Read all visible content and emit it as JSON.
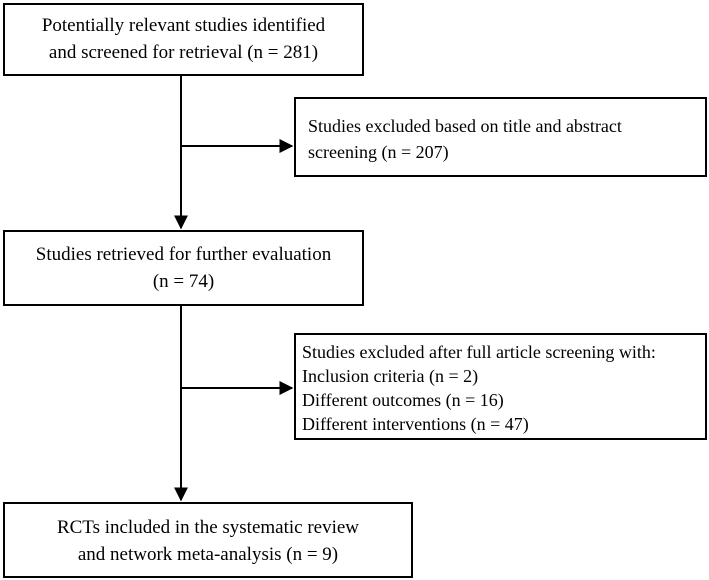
{
  "flowchart": {
    "identified": {
      "line1": "Potentially relevant studies identified",
      "line2": "and screened for retrieval (n = 281)"
    },
    "excluded_title_abstract": {
      "line1": "Studies excluded based on title and abstract",
      "line2": "screening (n = 207)"
    },
    "retrieved": {
      "line1": "Studies retrieved for further evaluation",
      "line2": "(n = 74)"
    },
    "excluded_full_article": {
      "line1": "Studies excluded after full article screening with:",
      "line2": "Inclusion criteria (n = 2)",
      "line3": "Different outcomes (n = 16)",
      "line4": "Different interventions (n = 47)"
    },
    "included": {
      "line1": "RCTs included in the systematic review",
      "line2": "and network meta-analysis (n = 9)"
    }
  }
}
